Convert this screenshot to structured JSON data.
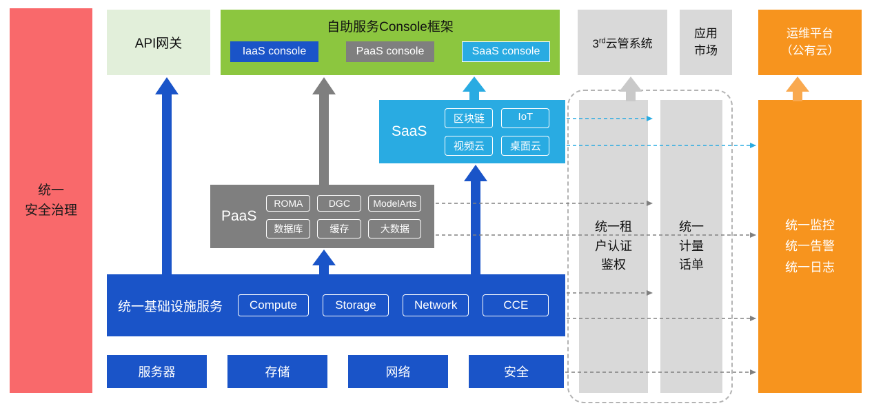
{
  "colors": {
    "blue": "#1A54C8",
    "gray": "#7F7F7F",
    "light_gray_box": "#D9D9D9",
    "green": "#8CC63F",
    "light_green": "#E2EFDA",
    "cyan": "#29ABE2",
    "orange": "#F7941E",
    "red": "#F9696B",
    "arrow_light_gray": "#C9C9C9",
    "arrow_light_orange": "#F9A94F"
  },
  "security_bar": {
    "line1": "统一",
    "line2": "安全治理"
  },
  "api_gateway": {
    "label": "API网关"
  },
  "console": {
    "title": "自助服务Console框架",
    "badges": [
      "IaaS console",
      "PaaS console",
      "SaaS console"
    ]
  },
  "third_party_cloud": {
    "num": "3",
    "sup": "rd",
    "rest": "云管系统"
  },
  "app_market": {
    "line1": "应用",
    "line2": "市场"
  },
  "ops_platform": {
    "line1": "运维平台",
    "line2": "（公有云）"
  },
  "saas": {
    "label": "SaaS",
    "badges": [
      "区块链",
      "IoT",
      "视频云",
      "桌面云"
    ]
  },
  "paas": {
    "label": "PaaS",
    "badges": [
      "ROMA",
      "DGC",
      "ModelArts",
      "数据库",
      "缓存",
      "大数据"
    ]
  },
  "iaas": {
    "label": "统一基础设施服务",
    "badges": [
      "Compute",
      "Storage",
      "Network",
      "CCE"
    ]
  },
  "hardware": {
    "items": [
      "服务器",
      "存储",
      "网络",
      "安全"
    ]
  },
  "auth_bar": {
    "line1": "统一租",
    "line2": "户认证",
    "line3": "鉴权"
  },
  "metering_bar": {
    "line1": "统一",
    "line2": "计量",
    "line3": "话单"
  },
  "monitoring_bar": {
    "line1": "统一监控",
    "line2": "统一告警",
    "line3": "统一日志"
  }
}
